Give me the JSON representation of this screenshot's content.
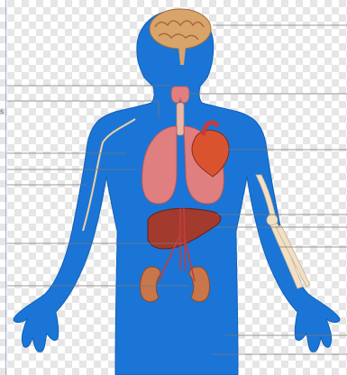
{
  "colors": {
    "body": "#1a75d6",
    "body_dark": "#1160b8",
    "leader_line": "#7a7a7a",
    "brain": "#d9a46a",
    "lungs": "#e07f7f",
    "heart": "#d9542e",
    "liver": "#a23a2e",
    "kidney": "#c9764a",
    "bone": "#f2e0c4",
    "vessels": "#c43c3c"
  },
  "side_mark": "s",
  "organs": [
    {
      "name": "brain",
      "icon": "brain-icon"
    },
    {
      "name": "thyroid",
      "icon": "thyroid-icon"
    },
    {
      "name": "lungs",
      "icon": "lungs-icon"
    },
    {
      "name": "heart",
      "icon": "heart-icon"
    },
    {
      "name": "liver",
      "icon": "liver-icon"
    },
    {
      "name": "kidneys",
      "icon": "kidneys-icon"
    },
    {
      "name": "arm-nerve",
      "icon": "nerve-icon"
    },
    {
      "name": "arm-bones",
      "icon": "bone-icon"
    }
  ]
}
